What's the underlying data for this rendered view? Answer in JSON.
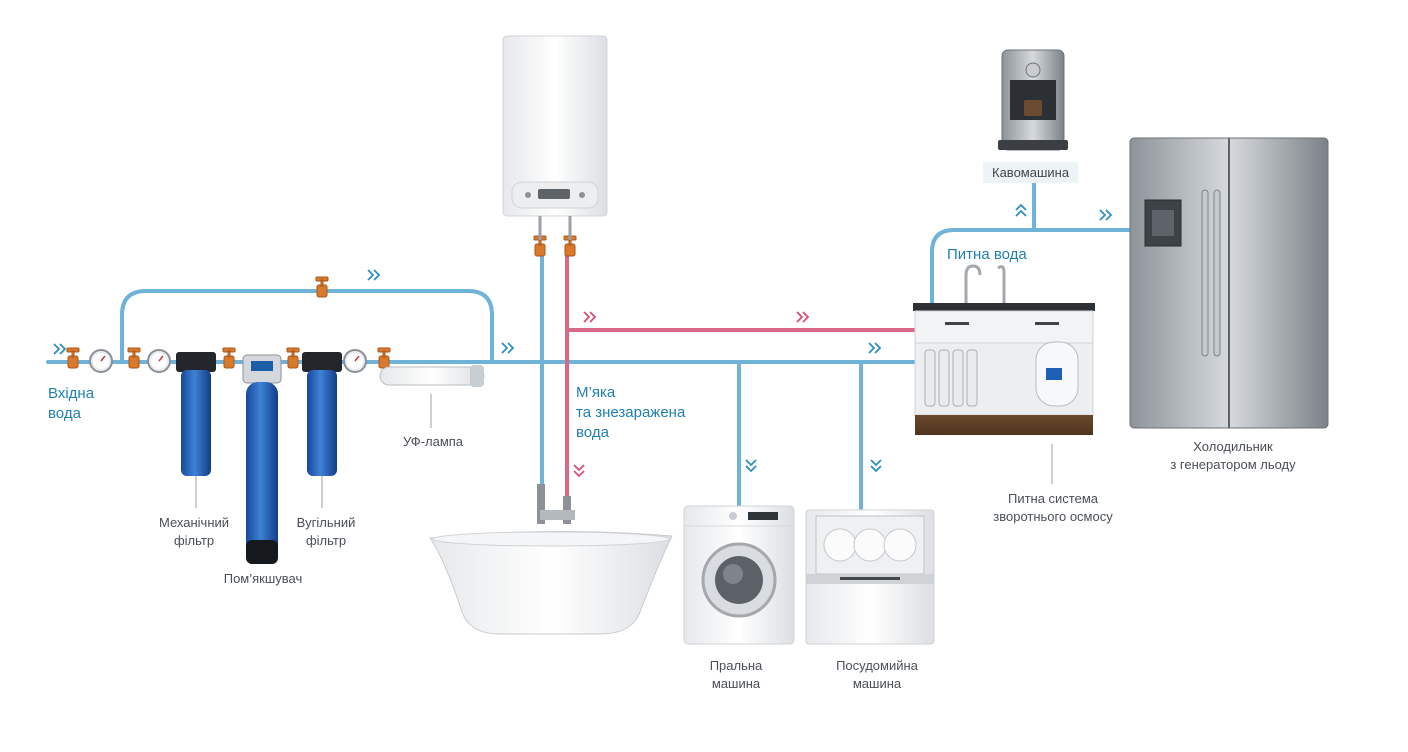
{
  "labels": {
    "inlet": "Вхідна\nвода",
    "soft_water": "М’яка\nта знезаражена\nвода",
    "drinking_water": "Питна вода",
    "coffee": "Кавомашина",
    "fridge": "Холодильник\nз генератором льоду",
    "ro_system": "Питна система\nзворотнього осмосу",
    "uv_lamp": "УФ-лампа",
    "mech_filter": "Механічний\nфільтр",
    "softener": "Пом’якшувач",
    "carbon_filter": "Вугільний\nфільтр",
    "washer": "Пральна\nмашина",
    "dishwasher": "Посудомийна\nмашина"
  },
  "colors": {
    "cold_pipe": "#6fb3d8",
    "hot_pipe": "#d96a87",
    "filter_blue": "#1e5fb8",
    "valve": "#d9792c",
    "label_blue": "#1f7fb0"
  },
  "icons": [
    "chevron-right-icon",
    "chevron-down-icon",
    "chevron-up-icon",
    "valve-icon",
    "pressure-gauge-icon"
  ]
}
